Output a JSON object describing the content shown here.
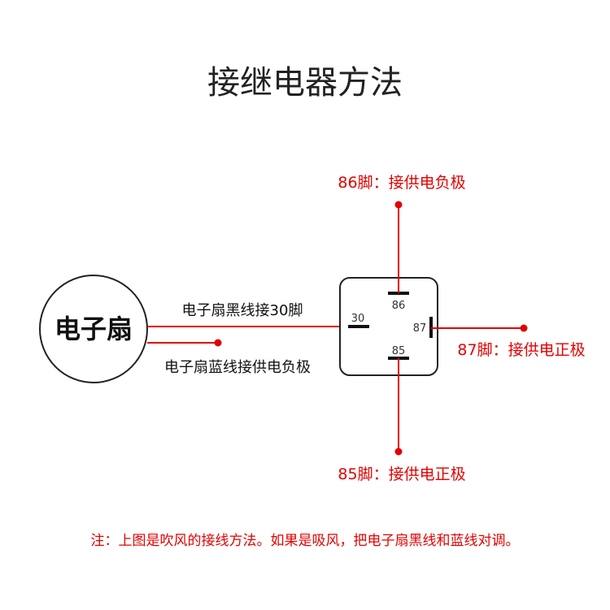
{
  "title": "接继电器方法",
  "fan": {
    "label": "电子扇"
  },
  "wires": {
    "black_wire": "电子扇黑线接30脚",
    "blue_wire": "电子扇蓝线接供电负极"
  },
  "relay": {
    "pin30": "30",
    "pin86": "86",
    "pin87": "87",
    "pin85": "85"
  },
  "pin_labels": {
    "pin86": "86脚：接供电负极",
    "pin87": "87脚：接供电正极",
    "pin85": "85脚：接供电正极"
  },
  "note": "注：上图是吹风的接线方法。如果是吸风，把电子扇黑线和蓝线对调。",
  "colors": {
    "wire": "#e30000",
    "outline": "#222222"
  }
}
